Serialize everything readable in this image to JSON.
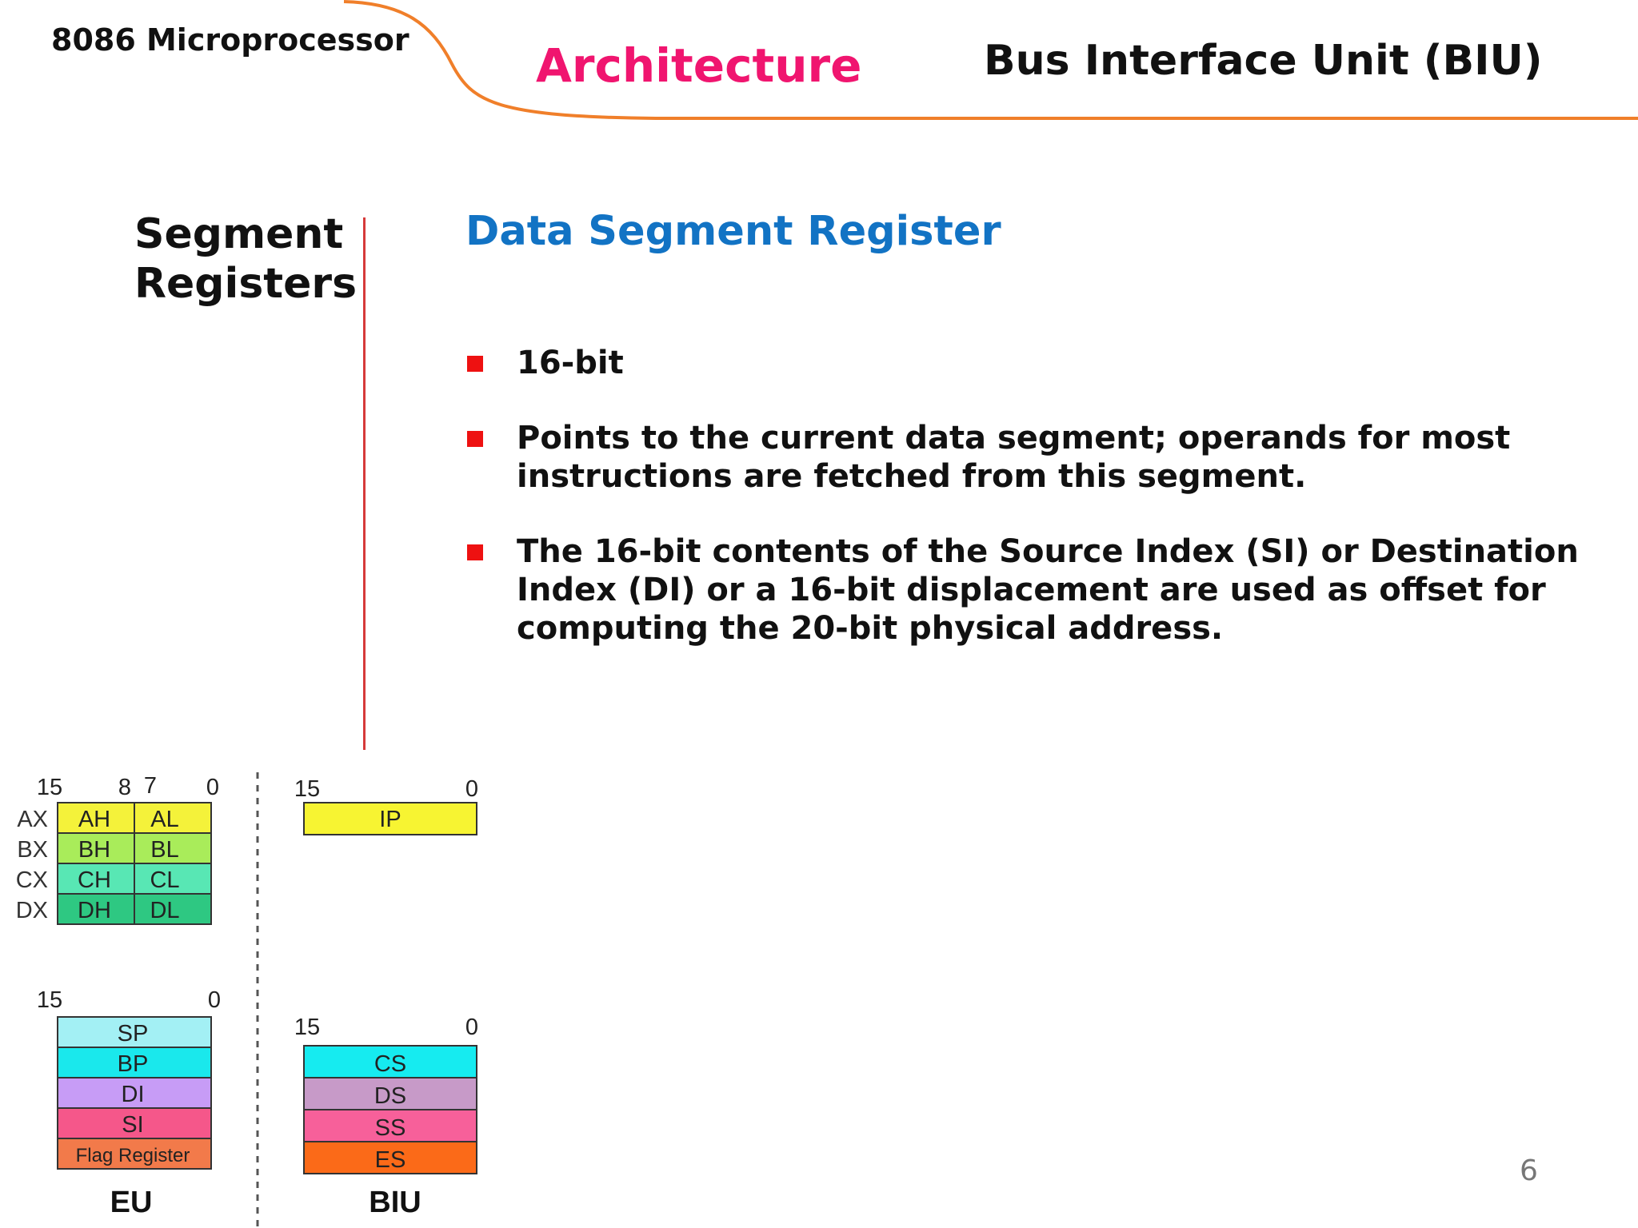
{
  "header": {
    "course_title": "8086 Microprocessor",
    "section_title": "Architecture",
    "unit_title": "Bus Interface Unit (BIU)",
    "accent_color": "#f0156f",
    "curve_color": "#f07f2a"
  },
  "sidebar": {
    "heading_line1": "Segment",
    "heading_line2": "Registers"
  },
  "content": {
    "heading": "Data Segment Register",
    "heading_color": "#1273c4",
    "bullets": [
      {
        "text": "16-bit"
      },
      {
        "text": "Points to the current data segment; operands for most instructions are fetched from this segment."
      },
      {
        "text": "The 16-bit contents of the Source Index (SI) or Destination Index (DI) or a 16-bit displacement are used as offset for computing the 20-bit physical address."
      }
    ]
  },
  "diagram": {
    "eu": {
      "label": "EU",
      "general_bits": {
        "b15": "15",
        "b8": "8",
        "b7": "7",
        "b0": "0"
      },
      "general_registers": [
        {
          "name": "AX",
          "high": "AH",
          "low": "AL",
          "color": "#f4f23a"
        },
        {
          "name": "BX",
          "high": "BH",
          "low": "BL",
          "color": "#a9ec5a"
        },
        {
          "name": "CX",
          "high": "CH",
          "low": "CL",
          "color": "#58e7b4"
        },
        {
          "name": "DX",
          "high": "DH",
          "low": "DL",
          "color": "#2ec882"
        }
      ],
      "pointer_bits": {
        "b15": "15",
        "b0": "0"
      },
      "pointer_registers": [
        {
          "name": "SP",
          "color": "#a3f0f4"
        },
        {
          "name": "BP",
          "color": "#1ae8ec"
        },
        {
          "name": "DI",
          "color": "#c79cf6"
        },
        {
          "name": "SI",
          "color": "#f5578a"
        },
        {
          "name": "Flag Register",
          "color": "#f27a4a"
        }
      ]
    },
    "biu": {
      "label": "BIU",
      "ip_bits": {
        "b15": "15",
        "b0": "0"
      },
      "ip_register": {
        "name": "IP",
        "color": "#f7f432"
      },
      "segment_bits": {
        "b15": "15",
        "b0": "0"
      },
      "segment_registers": [
        {
          "name": "CS",
          "color": "#16ebf0"
        },
        {
          "name": "DS",
          "color": "#c79ac8"
        },
        {
          "name": "SS",
          "color": "#f7609a"
        },
        {
          "name": "ES",
          "color": "#fb6a18"
        }
      ]
    }
  },
  "page_number": "6"
}
